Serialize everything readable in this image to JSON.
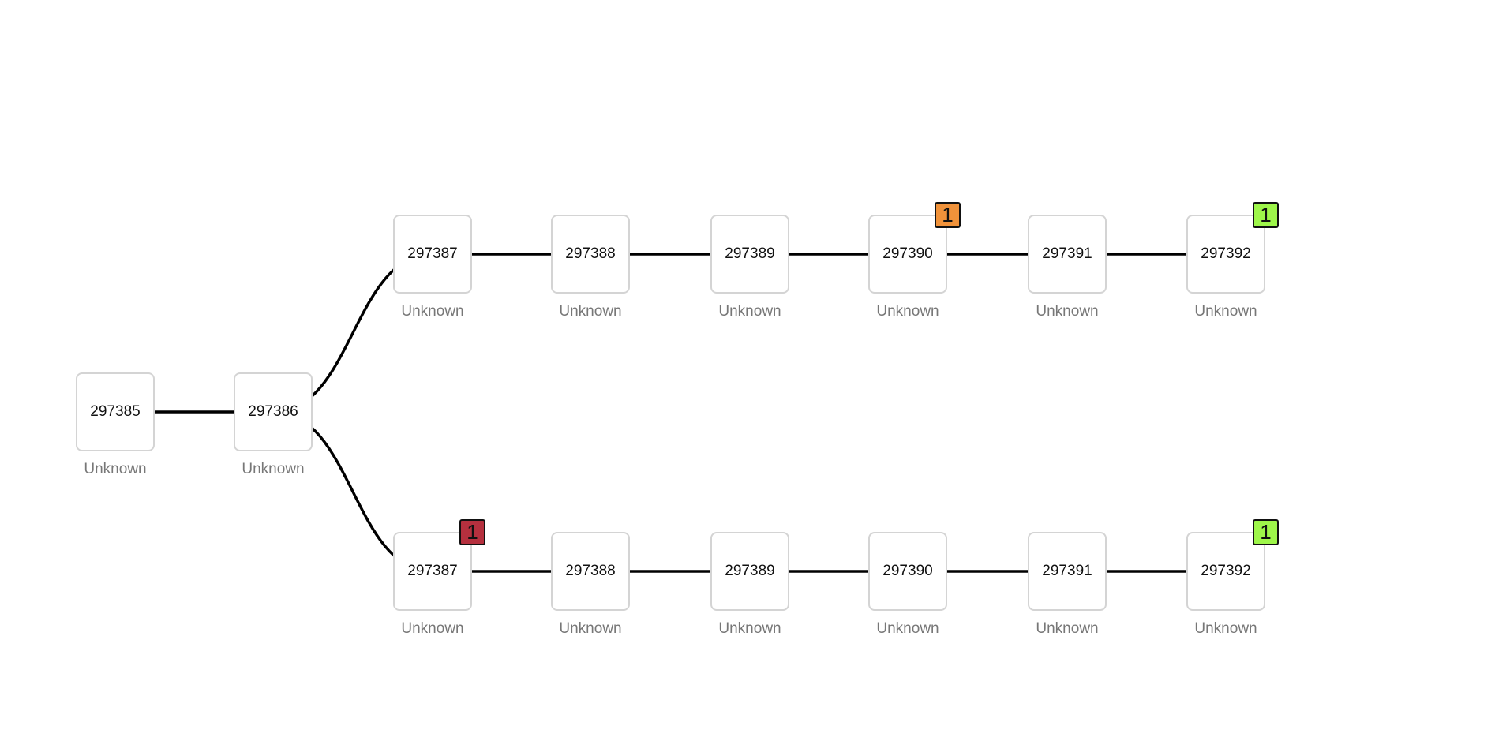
{
  "nodes": [
    {
      "id": "297385",
      "label": "Unknown"
    },
    {
      "id": "297386",
      "label": "Unknown"
    }
  ],
  "branches": [
    {
      "nodes": [
        {
          "id": "297387",
          "label": "Unknown"
        },
        {
          "id": "297388",
          "label": "Unknown"
        },
        {
          "id": "297389",
          "label": "Unknown"
        },
        {
          "id": "297390",
          "label": "Unknown",
          "badge": {
            "text": "1",
            "color": "#f0923a"
          }
        },
        {
          "id": "297391",
          "label": "Unknown"
        },
        {
          "id": "297392",
          "label": "Unknown",
          "badge": {
            "text": "1",
            "color": "#9ef64a"
          }
        }
      ]
    },
    {
      "nodes": [
        {
          "id": "297387",
          "label": "Unknown",
          "badge": {
            "text": "1",
            "color": "#b5303e"
          }
        },
        {
          "id": "297388",
          "label": "Unknown"
        },
        {
          "id": "297389",
          "label": "Unknown"
        },
        {
          "id": "297390",
          "label": "Unknown"
        },
        {
          "id": "297391",
          "label": "Unknown"
        },
        {
          "id": "297392",
          "label": "Unknown",
          "badge": {
            "text": "1",
            "color": "#9ef64a"
          }
        }
      ]
    }
  ]
}
